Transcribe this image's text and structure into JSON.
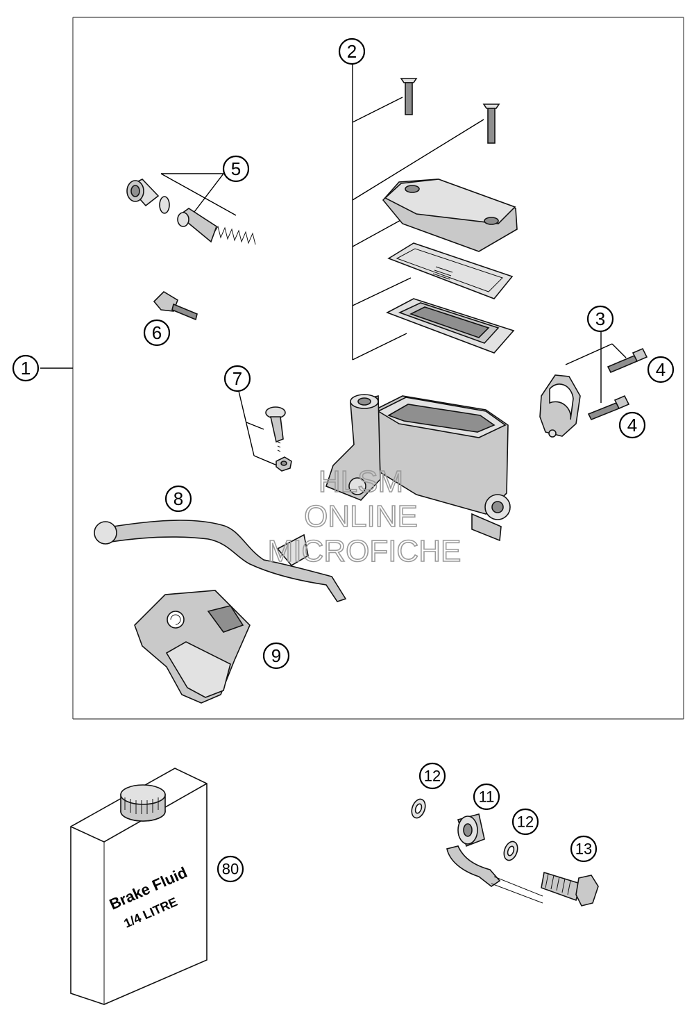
{
  "callouts": {
    "c1": "1",
    "c2": "2",
    "c3": "3",
    "c4a": "4",
    "c4b": "4",
    "c5": "5",
    "c6": "6",
    "c7": "7",
    "c8": "8",
    "c9": "9",
    "c11": "11",
    "c12a": "12",
    "c12b": "12",
    "c13": "13",
    "c80": "80"
  },
  "watermark": {
    "line1": "HLSM",
    "line2": "ONLINE",
    "line3": "MICROFICHE"
  },
  "bottle": {
    "line1": "Brake Fluid",
    "line2": "1/4 LITRE"
  }
}
